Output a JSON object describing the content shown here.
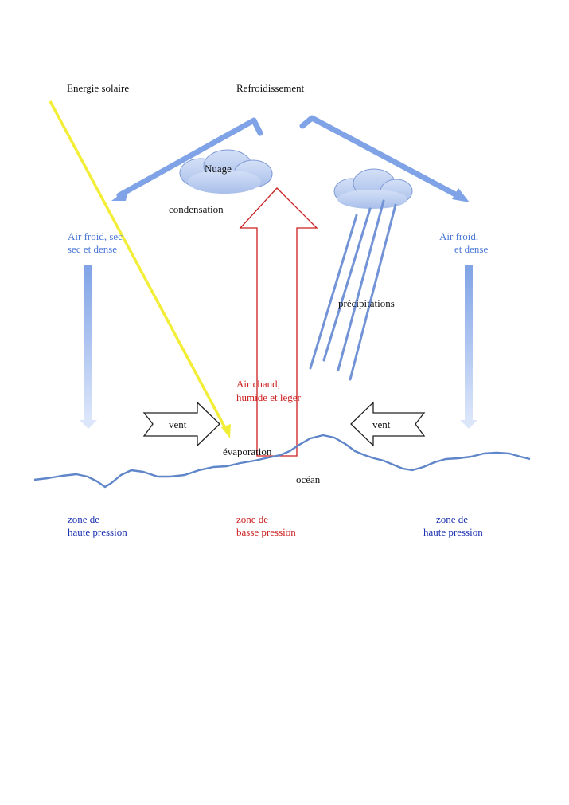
{
  "labels": {
    "solar_energy": "Energie solaire",
    "cooling": "Refroidissement",
    "cloud": "Nuage",
    "condensation": "condensation",
    "cold_air_left_line1": "Air froid, sec",
    "cold_air_left_line2": "sec et dense",
    "cold_air_right_line1": "Air froid,",
    "cold_air_right_line2": "et dense",
    "precipitation": "précipitations",
    "warm_air_line1": "Air chaud,",
    "warm_air_line2": "humide et léger",
    "wind_left": "vent",
    "wind_right": "vent",
    "evaporation": "évaporation",
    "ocean": "océan",
    "zone_left_line1": "zone de",
    "zone_left_line2": "haute pression",
    "zone_center_line1": "zone de",
    "zone_center_line2": "basse pression",
    "zone_right_line1": "zone de",
    "zone_right_line2": "haute pression"
  },
  "colors": {
    "solar_ray": "#f2ee38",
    "air_arrows": "#7fa3e6",
    "cold_air_text": "#4a78d6",
    "warm_air_arrow": "#cc1f1f",
    "high_pressure_text": "#1a2fb0",
    "ocean_line": "#5f86c9",
    "cloud_fill": "#b9cbee",
    "rain": "#7293d6"
  }
}
